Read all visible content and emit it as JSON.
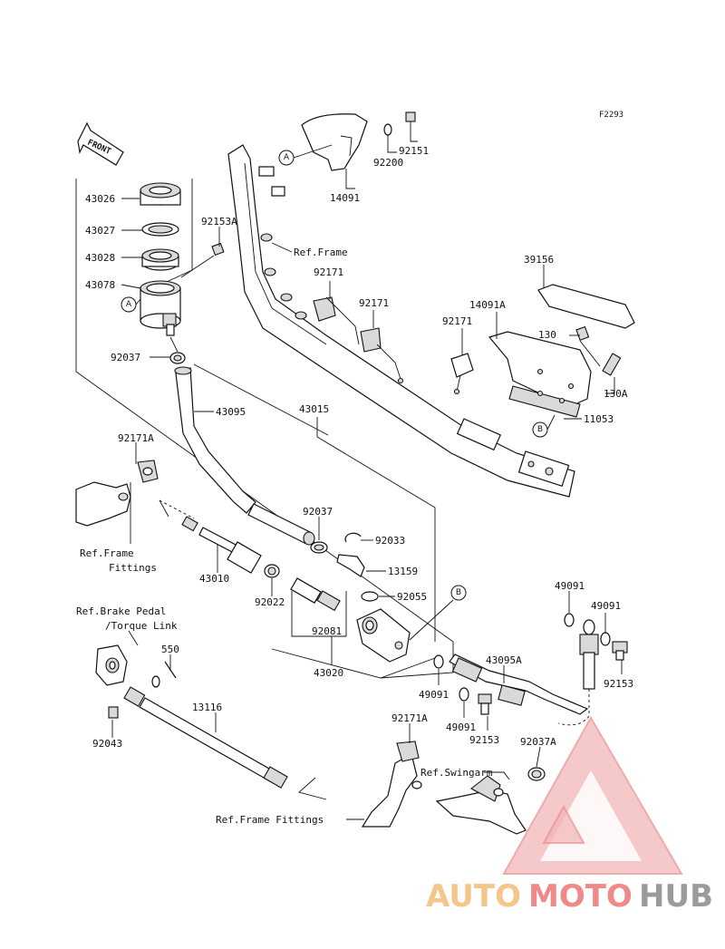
{
  "diagram": {
    "figure_code": "F2293",
    "front_label": "FRONT",
    "parts": {
      "p43026": "43026",
      "p43027": "43027",
      "p43028": "43028",
      "p43078": "43078",
      "p92153A": "92153A",
      "p92037_top": "92037",
      "p43095": "43095",
      "p43015": "43015",
      "p92171A_left": "92171A",
      "p92037_mid": "92037",
      "p92033": "92033",
      "p13159": "13159",
      "p92055": "92055",
      "p43010": "43010",
      "p92022": "92022",
      "p92081": "92081",
      "p43020": "43020",
      "p550": "550",
      "p13116": "13116",
      "p92043": "92043",
      "p92171A_low": "92171A",
      "p49091_a": "49091",
      "p49091_b": "49091",
      "p43095A": "43095A",
      "p92153_low": "92153",
      "p92037A": "92037A",
      "p49091_c": "49091",
      "p49091_d": "49091",
      "p92153_right": "92153",
      "p14091": "14091",
      "p92200": "92200",
      "p92151": "92151",
      "p92171_a": "92171",
      "p92171_b": "92171",
      "p92171_c": "92171",
      "p39156": "39156",
      "p14091A": "14091A",
      "p130": "130",
      "p130A": "130A",
      "p11053": "11053"
    },
    "refs": {
      "frame": "Ref.Frame",
      "frame_fittings_1": "Ref.Frame",
      "frame_fittings_2": "Fittings",
      "brake_pedal_1": "Ref.Brake Pedal",
      "brake_pedal_2": "/Torque Link",
      "frame_fittings_low": "Ref.Frame Fittings",
      "swingarm": "Ref.Swingarm"
    },
    "markers": {
      "a1": "A",
      "a2": "A",
      "b1": "B",
      "b2": "B"
    }
  },
  "watermark": {
    "part1": "AUTO",
    "part2": "MOTO",
    "part3": "HUB"
  }
}
